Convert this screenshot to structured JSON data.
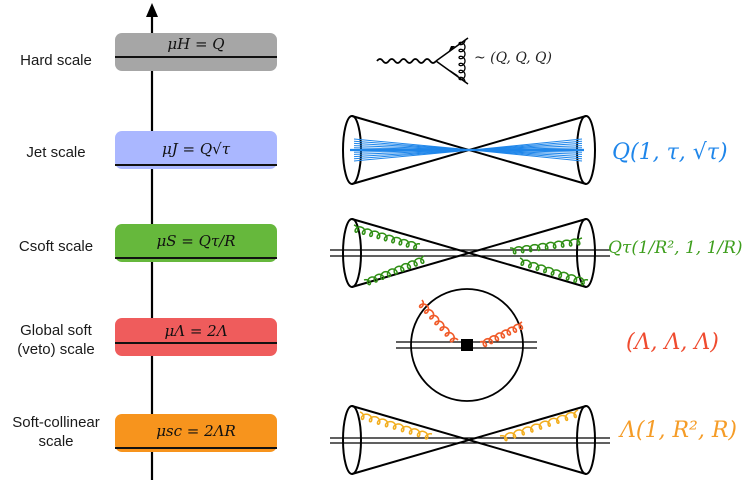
{
  "rows": [
    {
      "label_lines": [
        "Hard scale"
      ],
      "formula": "μH = Q",
      "box_color": "#a6a6a6",
      "scaling": "~ (Q, Q, Q)",
      "scaling_color": "#222222"
    },
    {
      "label_lines": [
        "Jet scale"
      ],
      "formula": "μJ = Q√τ",
      "box_color": "#aab7ff",
      "scaling": "Q(1, τ, √τ)",
      "scaling_color": "#1f86ea"
    },
    {
      "label_lines": [
        "Csoft scale"
      ],
      "formula": "μS = Qτ/R",
      "box_color": "#66b83c",
      "scaling": "Qτ(1/R², 1, 1/R)",
      "scaling_color": "#3e9e1d"
    },
    {
      "label_lines": [
        "Global soft",
        "(veto) scale"
      ],
      "formula": "μΛ = 2Λ",
      "box_color": "#ef5c5c",
      "scaling": "(Λ, Λ, Λ)",
      "scaling_color": "#ef4b2f"
    },
    {
      "label_lines": [
        "Soft-collinear",
        "scale"
      ],
      "formula": "μsc = 2ΛR",
      "box_color": "#f7941d",
      "scaling": "Λ(1, R², R)",
      "scaling_color": "#f59c27"
    }
  ],
  "colors": {
    "jet_lines": "#1f86ea",
    "csoft_gluons": "#2f8f14",
    "soft_gluons": "#f05a28",
    "sc_gluons": "#f2ad1c"
  }
}
